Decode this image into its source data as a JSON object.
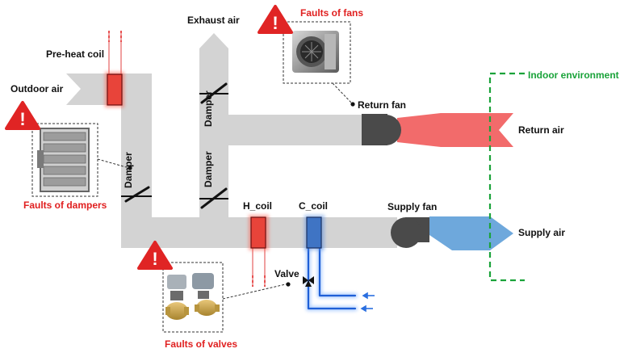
{
  "labels": {
    "outdoor_air": "Outdoor air",
    "preheat_coil": "Pre-heat coil",
    "exhaust_air": "Exhaust air",
    "faults_of_fans": "Faults of fans",
    "indoor_environment": "Indoor environment",
    "return_fan": "Return fan",
    "return_air": "Return air",
    "damper_left": "Damper",
    "damper_exhaust": "Damper",
    "damper_mid": "Damper",
    "faults_of_dampers": "Faults of dampers",
    "h_coil": "H_coil",
    "c_coil": "C_coil",
    "supply_fan": "Supply fan",
    "supply_air": "Supply air",
    "valve": "Valve",
    "faults_of_valves": "Faults of valves"
  },
  "warning_glyph": "!",
  "icons": [
    "warning-icon",
    "fan-photo",
    "damper-photo",
    "valve-photo",
    "valve-symbol-icon",
    "flow-arrow-icon"
  ],
  "colors": {
    "duct": "#d3d3d3",
    "return_air": "#f26b6b",
    "supply_air": "#6ea8dc",
    "heating": "#e8443a",
    "cooling": "#3f74c4",
    "fault_text": "#e02020",
    "indoor_boundary": "#1aa33a"
  }
}
